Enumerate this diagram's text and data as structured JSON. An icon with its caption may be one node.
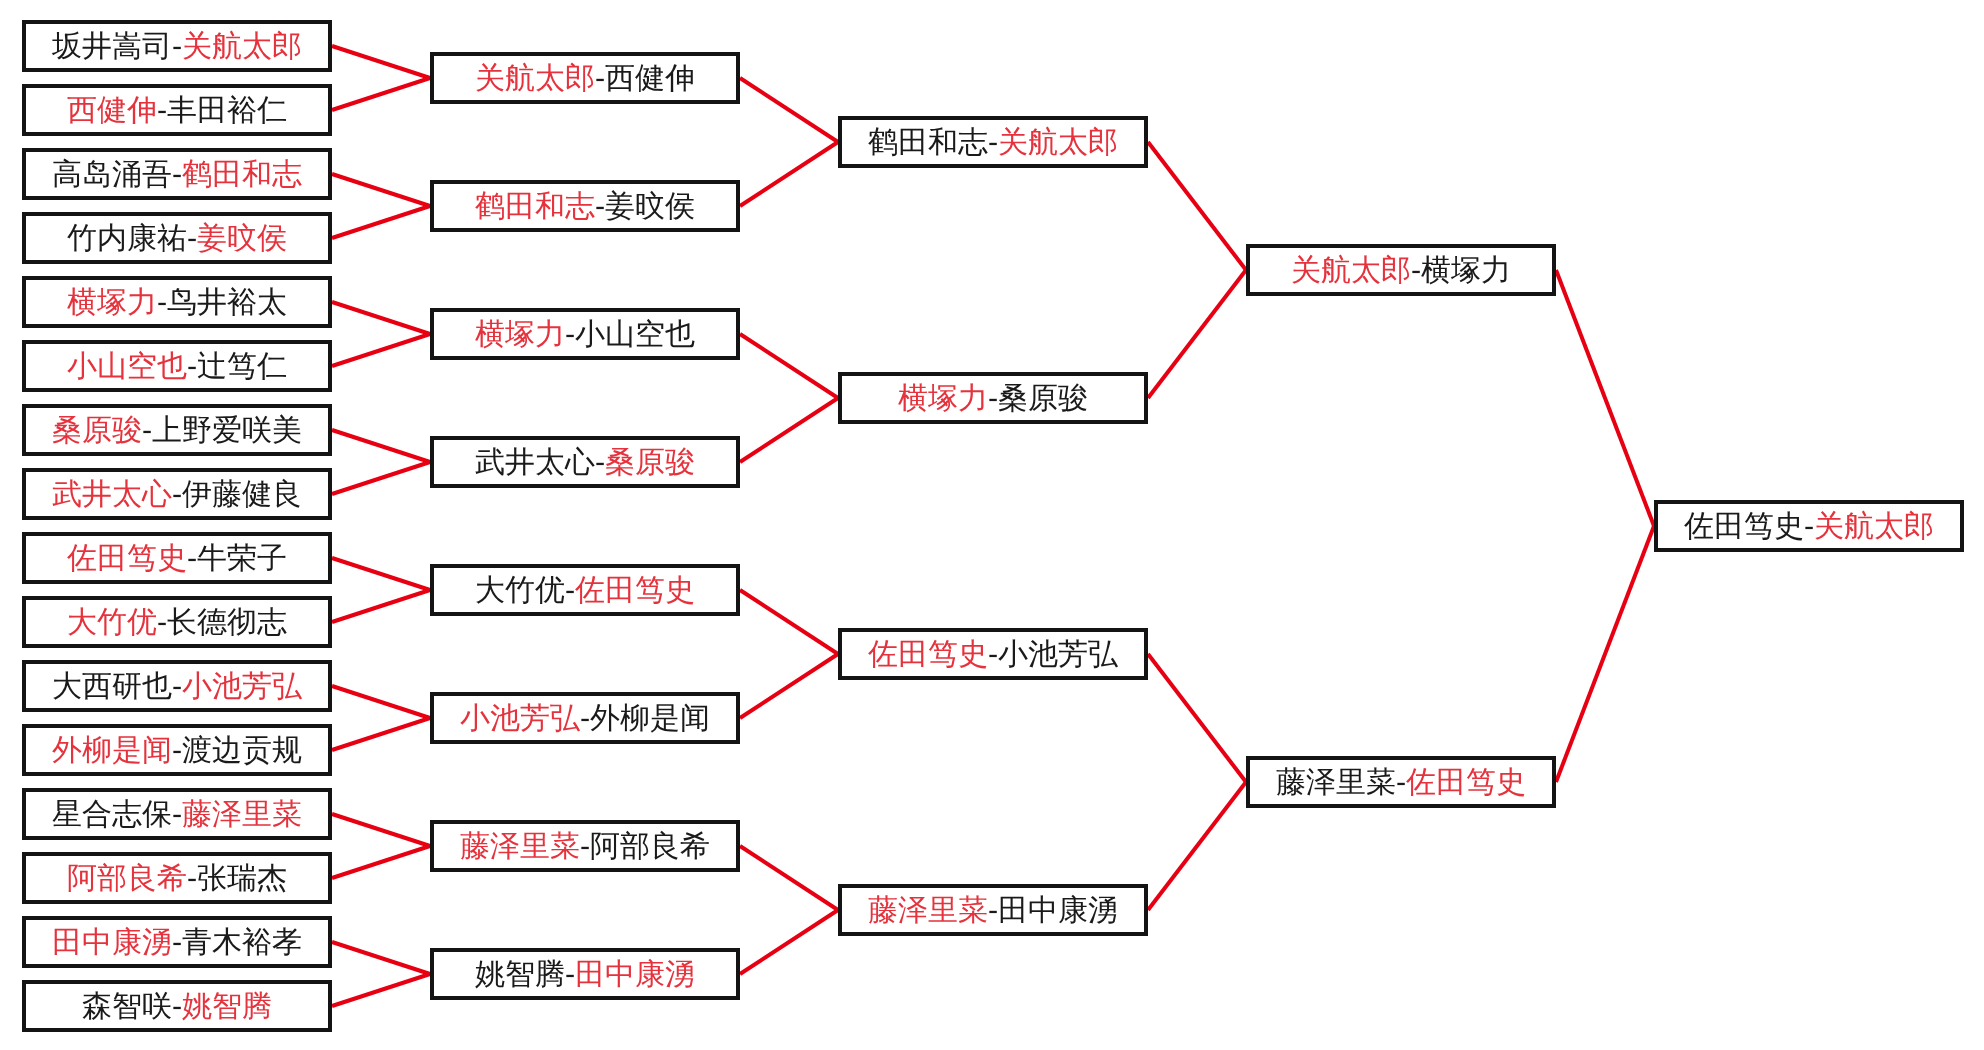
{
  "diagram": {
    "nodes": [
      {
        "text": [
          "坂井嵩司-**关航太郎**"
        ]
      },
      {
        "text": [
          "**西健伸**-丰田裕仁"
        ]
      },
      {
        "text": [
          "高岛涌吾-**鹤田和志**"
        ]
      },
      {
        "text": [
          "竹内康祐-**姜旼侯**"
        ]
      },
      {
        "text": [
          "**横塚力**-鸟井裕太"
        ]
      },
      {
        "text": [
          "**小山空也**-辻笃仁"
        ]
      },
      {
        "text": [
          "**桑原骏**-上野爱咲美"
        ]
      },
      {
        "text": [
          "**武井太心**-伊藤健良"
        ]
      },
      {
        "text": [
          "**佐田笃史**-牛荣子"
        ]
      },
      {
        "text": [
          "**大竹优**-长德彻志"
        ]
      },
      {
        "text": [
          "大西研也-**小池芳弘**"
        ]
      },
      {
        "text": [
          "**外柳是闻**-渡边贡规"
        ]
      },
      {
        "text": [
          "星合志保-**藤泽里菜**"
        ]
      },
      {
        "text": [
          "**阿部良希**-张瑞杰"
        ]
      },
      {
        "text": [
          "**田中康湧**-青木裕孝"
        ]
      },
      {
        "text": [
          "森智咲-**姚智腾**"
        ]
      },
      {
        "text": [
          "**关航太郎**-西健伸"
        ]
      },
      {
        "text": [
          "**鹤田和志**-姜旼侯"
        ]
      },
      {
        "text": [
          "**横塚力**-小山空也"
        ]
      },
      {
        "text": [
          "武井太心-**桑原骏**"
        ]
      },
      {
        "text": [
          "大竹优-**佐田笃史**"
        ]
      },
      {
        "text": [
          "**小池芳弘**-外柳是闻"
        ]
      },
      {
        "text": [
          "**藤泽里菜**-阿部良希"
        ]
      },
      {
        "text": [
          "姚智腾-**田中康湧**"
        ]
      },
      {
        "text": [
          "鹤田和志-**关航太郎**"
        ]
      },
      {
        "text": [
          "**横塚力**-桑原骏"
        ]
      },
      {
        "text": [
          "**佐田笃史**-小池芳弘"
        ]
      },
      {
        "text": [
          "**藤泽里菜**-田中康湧"
        ]
      },
      {
        "text": [
          "**关航太郎**-横塚力"
        ]
      },
      {
        "text": [
          "藤泽里菜-**佐田笃史**"
        ]
      },
      {
        "text": [
          "佐田笃史-**关航太郎**"
        ]
      }
    ],
    "edges": [
      {
        "from": 0,
        "to": 16,
        "arrow": "none"
      },
      {
        "from": 1,
        "to": 16,
        "arrow": "none"
      },
      {
        "from": 2,
        "to": 17,
        "arrow": "none"
      },
      {
        "from": 3,
        "to": 17,
        "arrow": "none"
      },
      {
        "from": 4,
        "to": 18,
        "arrow": "none"
      },
      {
        "from": 5,
        "to": 18,
        "arrow": "none"
      },
      {
        "from": 6,
        "to": 19,
        "arrow": "none"
      },
      {
        "from": 7,
        "to": 19,
        "arrow": "none"
      },
      {
        "from": 8,
        "to": 20,
        "arrow": "none"
      },
      {
        "from": 9,
        "to": 20,
        "arrow": "none"
      },
      {
        "from": 10,
        "to": 21,
        "arrow": "none"
      },
      {
        "from": 11,
        "to": 21,
        "arrow": "none"
      },
      {
        "from": 12,
        "to": 22,
        "arrow": "none"
      },
      {
        "from": 13,
        "to": 22,
        "arrow": "none"
      },
      {
        "from": 14,
        "to": 23,
        "arrow": "none"
      },
      {
        "from": 15,
        "to": 23,
        "arrow": "none"
      },
      {
        "from": 16,
        "to": 24,
        "arrow": "none"
      },
      {
        "from": 17,
        "to": 24,
        "arrow": "none"
      },
      {
        "from": 18,
        "to": 25,
        "arrow": "none"
      },
      {
        "from": 19,
        "to": 25,
        "arrow": "none"
      },
      {
        "from": 20,
        "to": 26,
        "arrow": "none"
      },
      {
        "from": 21,
        "to": 26,
        "arrow": "none"
      },
      {
        "from": 22,
        "to": 27,
        "arrow": "none"
      },
      {
        "from": 23,
        "to": 27,
        "arrow": "none"
      },
      {
        "from": 24,
        "to": 28,
        "arrow": "none"
      },
      {
        "from": 25,
        "to": 28,
        "arrow": "none"
      },
      {
        "from": 26,
        "to": 29,
        "arrow": "none"
      },
      {
        "from": 27,
        "to": 29,
        "arrow": "none"
      },
      {
        "from": 28,
        "to": 30,
        "arrow": "none"
      },
      {
        "from": 29,
        "to": 30,
        "arrow": "none"
      }
    ]
  }
}
